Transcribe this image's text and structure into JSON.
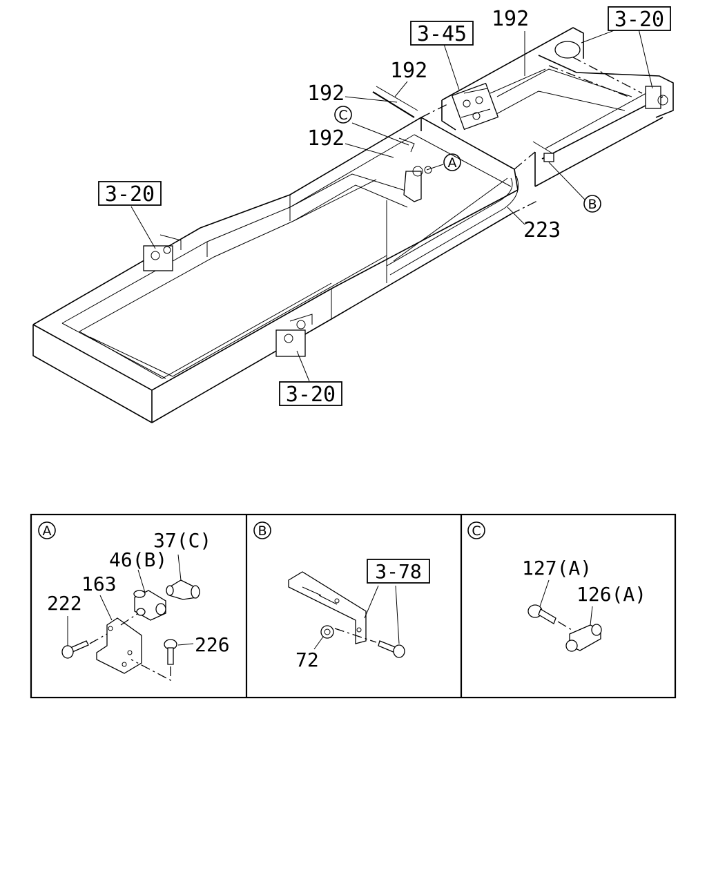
{
  "main_diagram": {
    "ref_boxes": {
      "top_center": "3-45",
      "top_right": "3-20",
      "left": "3-20",
      "bottom": "3-20"
    },
    "part_labels": {
      "pipe_top_right": "192",
      "pipe_top": "192",
      "pipe_left": "192",
      "pipe_mid": "192",
      "hose_right": "223"
    },
    "callouts": {
      "a": "A",
      "b": "B",
      "c": "C"
    }
  },
  "detail_panels": [
    {
      "id": "A",
      "labels": {
        "p37": "37(C)",
        "p46": "46(B)",
        "p163": "163",
        "p222": "222",
        "p226": "226"
      }
    },
    {
      "id": "B",
      "labels": {
        "ref": "3-78",
        "p72": "72"
      }
    },
    {
      "id": "C",
      "labels": {
        "p127": "127(A)",
        "p126": "126(A)"
      }
    }
  ]
}
